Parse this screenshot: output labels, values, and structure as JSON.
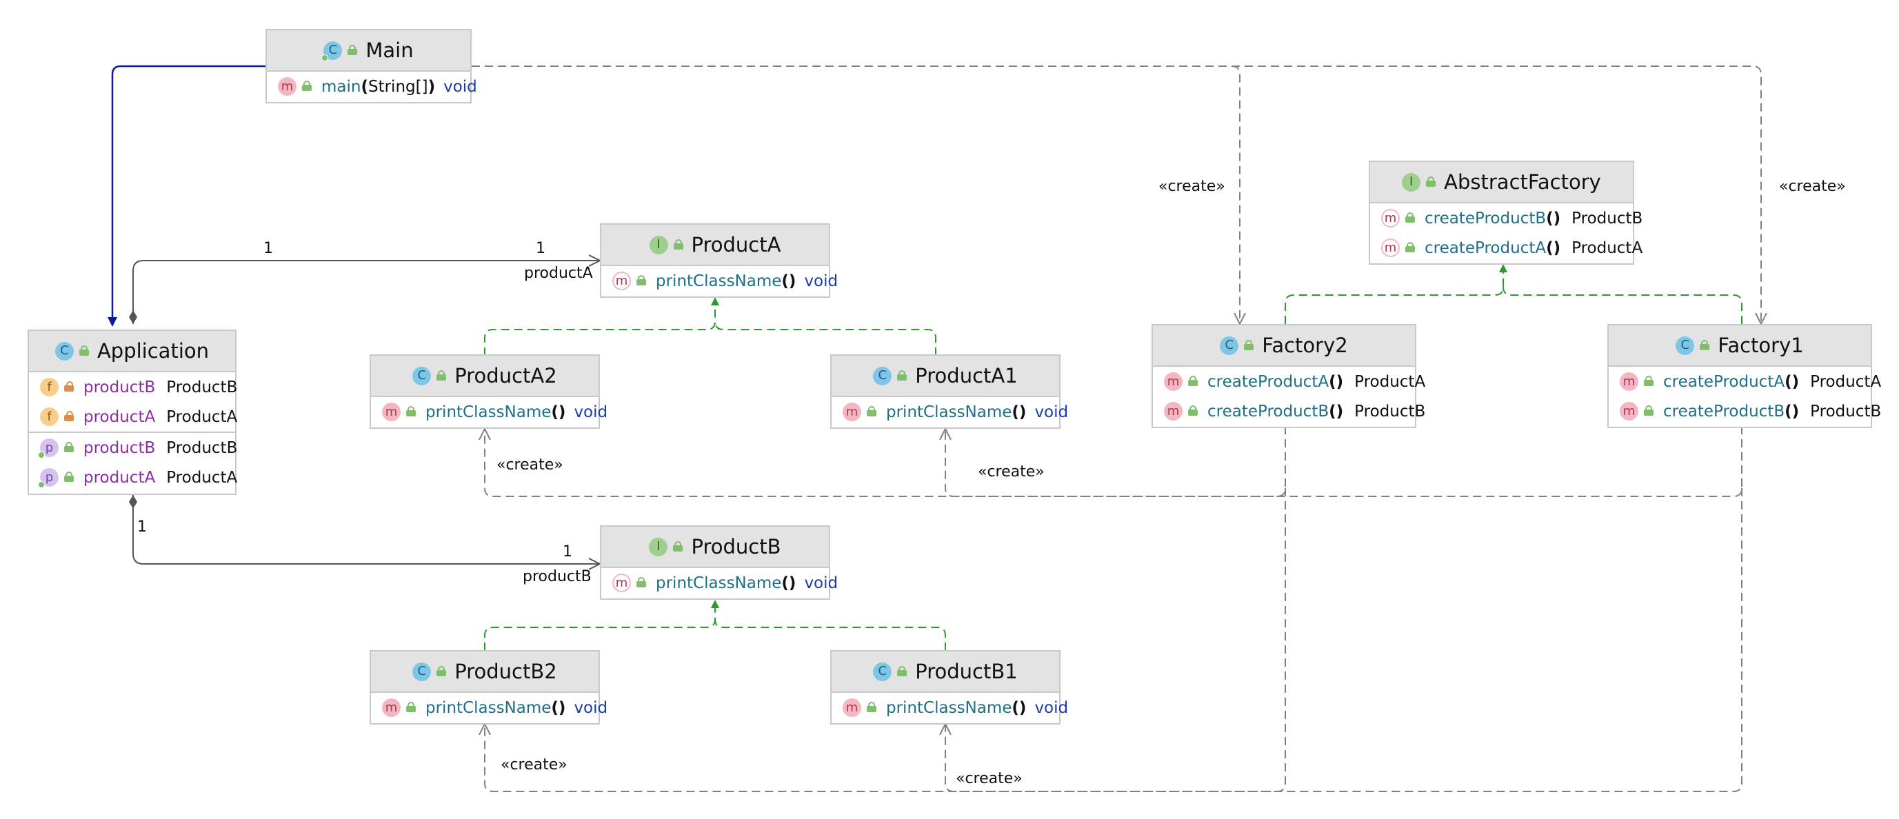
{
  "colors": {
    "header_bg": "#e3e3e3",
    "border": "#c9c9c9",
    "method_name": "#1e6f88",
    "field_name": "#8a2fa0",
    "keyword": "#1a3cb0",
    "realization_edge": "#2a9a2a",
    "dependency_edge": "#808080",
    "association_edge": "#555555",
    "main_edge": "#0b1a9a"
  },
  "badges": {
    "class": "C",
    "interface": "I",
    "method": "m",
    "field": "f",
    "property": "p"
  },
  "nodes": {
    "main": {
      "title": "Main",
      "kind": "class",
      "members": [
        {
          "kind": "method",
          "name": "main",
          "params": "String[]",
          "return": "void"
        }
      ]
    },
    "application": {
      "title": "Application",
      "kind": "class",
      "fields": [
        {
          "kind": "field",
          "visibility": "private",
          "name": "productB",
          "type": "ProductB"
        },
        {
          "kind": "field",
          "visibility": "private",
          "name": "productA",
          "type": "ProductA"
        }
      ],
      "properties": [
        {
          "kind": "property",
          "name": "productB",
          "type": "ProductB"
        },
        {
          "kind": "property",
          "name": "productA",
          "type": "ProductA"
        }
      ]
    },
    "product_a": {
      "title": "ProductA",
      "kind": "interface",
      "members": [
        {
          "kind": "method",
          "abstract": true,
          "name": "printClassName",
          "return": "void"
        }
      ]
    },
    "product_a2": {
      "title": "ProductA2",
      "kind": "class",
      "members": [
        {
          "kind": "method",
          "name": "printClassName",
          "return": "void"
        }
      ]
    },
    "product_a1": {
      "title": "ProductA1",
      "kind": "class",
      "members": [
        {
          "kind": "method",
          "name": "printClassName",
          "return": "void"
        }
      ]
    },
    "product_b": {
      "title": "ProductB",
      "kind": "interface",
      "members": [
        {
          "kind": "method",
          "abstract": true,
          "name": "printClassName",
          "return": "void"
        }
      ]
    },
    "product_b2": {
      "title": "ProductB2",
      "kind": "class",
      "members": [
        {
          "kind": "method",
          "name": "printClassName",
          "return": "void"
        }
      ]
    },
    "product_b1": {
      "title": "ProductB1",
      "kind": "class",
      "members": [
        {
          "kind": "method",
          "name": "printClassName",
          "return": "void"
        }
      ]
    },
    "abstract_factory": {
      "title": "AbstractFactory",
      "kind": "interface",
      "members": [
        {
          "kind": "method",
          "abstract": true,
          "name": "createProductB",
          "return": "ProductB"
        },
        {
          "kind": "method",
          "abstract": true,
          "name": "createProductA",
          "return": "ProductA"
        }
      ]
    },
    "factory2": {
      "title": "Factory2",
      "kind": "class",
      "members": [
        {
          "kind": "method",
          "name": "createProductA",
          "return": "ProductA"
        },
        {
          "kind": "method",
          "name": "createProductB",
          "return": "ProductB"
        }
      ]
    },
    "factory1": {
      "title": "Factory1",
      "kind": "class",
      "members": [
        {
          "kind": "method",
          "name": "createProductA",
          "return": "ProductA"
        },
        {
          "kind": "method",
          "name": "createProductB",
          "return": "ProductB"
        }
      ]
    }
  },
  "edge_labels": {
    "assoc_a_source_mult": "1",
    "assoc_a_target_mult": "1",
    "assoc_a_role": "productA",
    "assoc_b_source_mult": "1",
    "assoc_b_target_mult": "1",
    "assoc_b_role": "productB",
    "create_main_factory2": "«create»",
    "create_main_factory1": "«create»",
    "create_product_a2": "«create»",
    "create_product_a1": "«create»",
    "create_product_b2": "«create»",
    "create_product_b1": "«create»"
  }
}
